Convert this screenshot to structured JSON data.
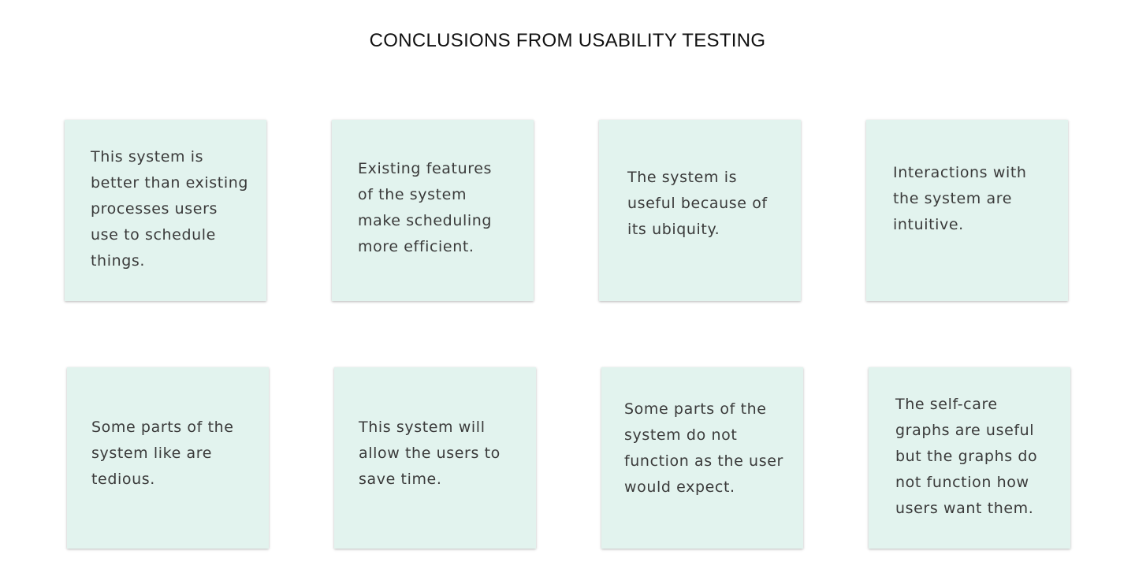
{
  "title": "CONCLUSIONS FROM USABILITY TESTING",
  "notes": [
    {
      "text": "This system is better than existing processes users use to schedule things."
    },
    {
      "text": "Existing features of the system make scheduling more efficient."
    },
    {
      "text": "The system is useful because of its ubiquity."
    },
    {
      "text": "Interactions with the system are intuitive."
    },
    {
      "text": "Some parts of the system like are tedious."
    },
    {
      "text": "This system will allow the users to save time."
    },
    {
      "text": "Some parts of the system do not function as the user would expect."
    },
    {
      "text": "The self-care graphs are useful but the graphs do not function how users want them."
    }
  ],
  "colors": {
    "note_background": "#e2f3ee",
    "note_text": "#3a3a3a",
    "title_text": "#111111"
  }
}
